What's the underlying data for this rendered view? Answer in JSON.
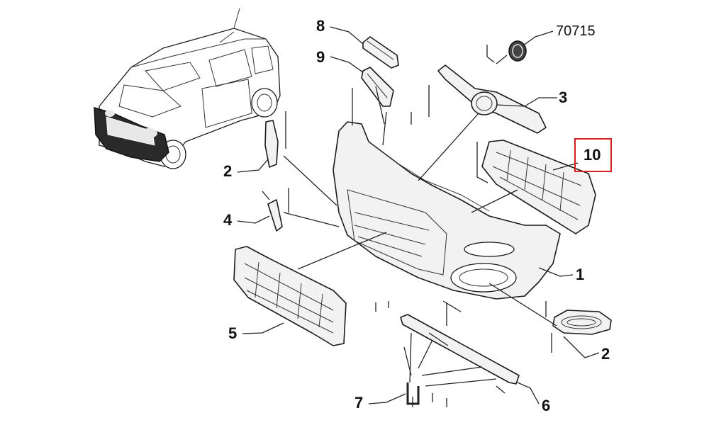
{
  "diagram": {
    "callouts": [
      {
        "id": "c8",
        "label": "8"
      },
      {
        "id": "c9",
        "label": "9"
      },
      {
        "id": "c3",
        "label": "3"
      },
      {
        "id": "c10",
        "label": "10",
        "highlighted": true
      },
      {
        "id": "c2a",
        "label": "2"
      },
      {
        "id": "c4",
        "label": "4"
      },
      {
        "id": "c1",
        "label": "1"
      },
      {
        "id": "c5",
        "label": "5"
      },
      {
        "id": "c2b",
        "label": "2"
      },
      {
        "id": "c7",
        "label": "7"
      },
      {
        "id": "c6",
        "label": "6"
      }
    ],
    "part_reference": "70715",
    "highlight_color": "#d42020"
  }
}
